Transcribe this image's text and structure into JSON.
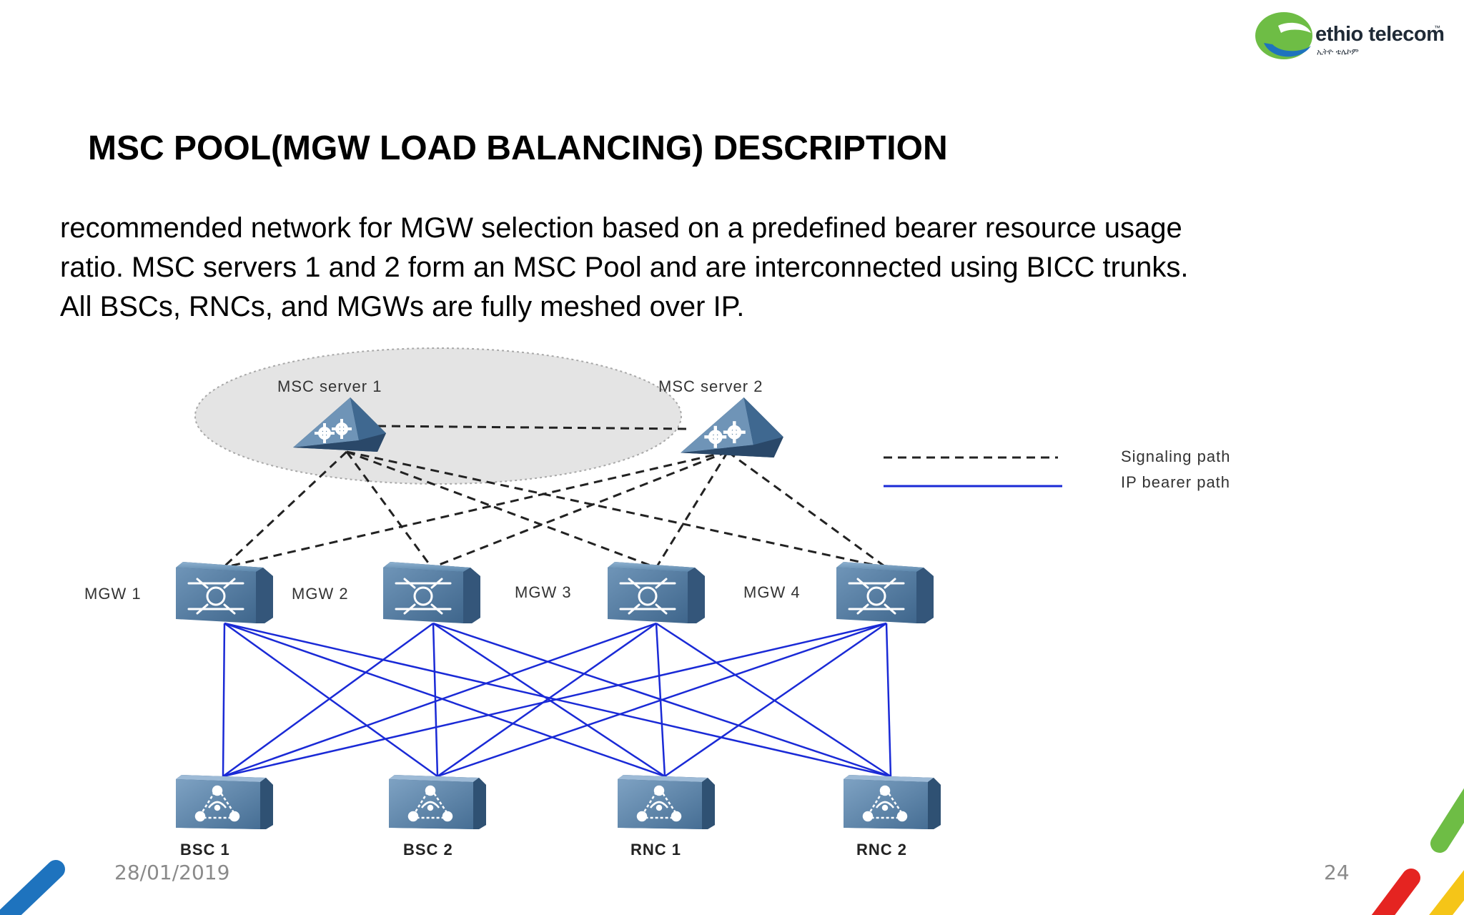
{
  "brand": {
    "name": "ethio telecom",
    "tm": "™",
    "sub": "ኢትዮ ቴሌኮም",
    "colors": {
      "green": "#6ebd45",
      "blue": "#1e73be",
      "yellow": "#f5c518",
      "red": "#e52421"
    }
  },
  "slide": {
    "title": "MSC POOL(MGW LOAD BALANCING) DESCRIPTION",
    "body_lines": [
      "recommended network for MGW selection based on a predefined bearer resource usage",
      "ratio. MSC servers 1 and 2 form an MSC Pool and are interconnected using BICC trunks.",
      "All BSCs, RNCs, and MGWs are fully meshed over IP."
    ],
    "date": "28/01/2019",
    "page_number": "24"
  },
  "diagram": {
    "msc_servers": [
      {
        "id": "msc1",
        "label": "MSC server 1",
        "icon": "msc-server-icon"
      },
      {
        "id": "msc2",
        "label": "MSC server 2",
        "icon": "msc-server-icon"
      }
    ],
    "mgws": [
      {
        "id": "mgw1",
        "label": "MGW 1",
        "icon": "media-gateway-icon"
      },
      {
        "id": "mgw2",
        "label": "MGW 2",
        "icon": "media-gateway-icon"
      },
      {
        "id": "mgw3",
        "label": "MGW 3",
        "icon": "media-gateway-icon"
      },
      {
        "id": "mgw4",
        "label": "MGW 4",
        "icon": "media-gateway-icon"
      }
    ],
    "access_nodes": [
      {
        "id": "bsc1",
        "label": "BSC 1",
        "icon": "controller-icon"
      },
      {
        "id": "bsc2",
        "label": "BSC 2",
        "icon": "controller-icon"
      },
      {
        "id": "rnc1",
        "label": "RNC 1",
        "icon": "controller-icon"
      },
      {
        "id": "rnc2",
        "label": "RNC 2",
        "icon": "controller-icon"
      }
    ],
    "legend": [
      {
        "label": "Signaling path",
        "style": "dashed",
        "color": "#222222"
      },
      {
        "label": "IP bearer path",
        "style": "solid",
        "color": "#1a2ad6"
      }
    ],
    "links": {
      "signaling": [
        [
          "msc1",
          "msc2"
        ],
        [
          "msc1",
          "mgw1"
        ],
        [
          "msc1",
          "mgw2"
        ],
        [
          "msc1",
          "mgw3"
        ],
        [
          "msc1",
          "mgw4"
        ],
        [
          "msc2",
          "mgw1"
        ],
        [
          "msc2",
          "mgw2"
        ],
        [
          "msc2",
          "mgw3"
        ],
        [
          "msc2",
          "mgw4"
        ]
      ],
      "bearer": [
        [
          "mgw1",
          "bsc1"
        ],
        [
          "mgw1",
          "bsc2"
        ],
        [
          "mgw1",
          "rnc1"
        ],
        [
          "mgw1",
          "rnc2"
        ],
        [
          "mgw2",
          "bsc1"
        ],
        [
          "mgw2",
          "bsc2"
        ],
        [
          "mgw2",
          "rnc1"
        ],
        [
          "mgw2",
          "rnc2"
        ],
        [
          "mgw3",
          "bsc1"
        ],
        [
          "mgw3",
          "bsc2"
        ],
        [
          "mgw3",
          "rnc1"
        ],
        [
          "mgw3",
          "rnc2"
        ],
        [
          "mgw4",
          "bsc1"
        ],
        [
          "mgw4",
          "bsc2"
        ],
        [
          "mgw4",
          "rnc1"
        ],
        [
          "mgw4",
          "rnc2"
        ]
      ]
    }
  }
}
